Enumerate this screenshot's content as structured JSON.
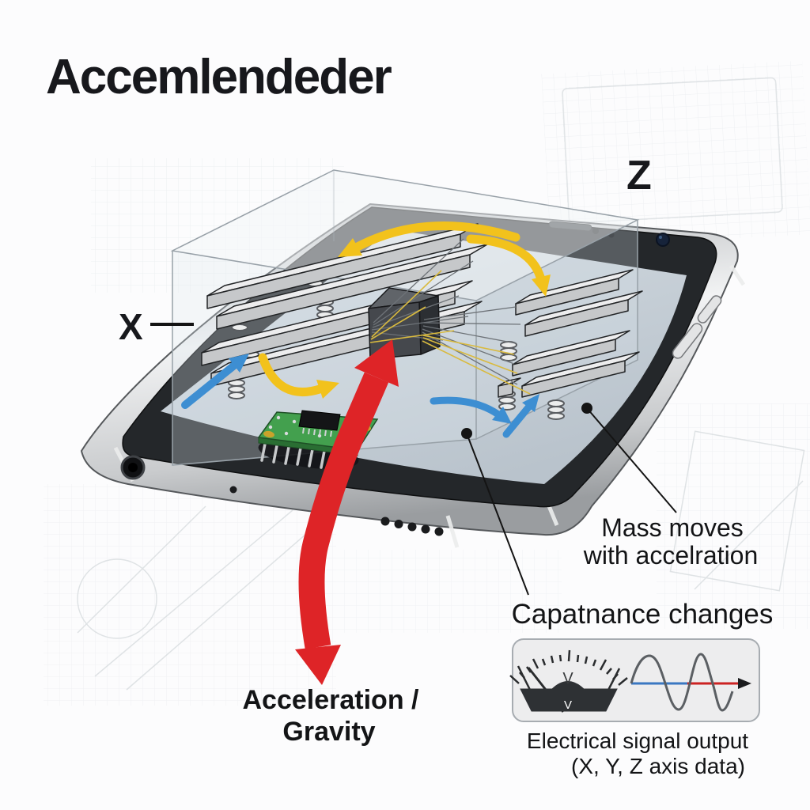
{
  "title": "Accemlendeder",
  "axis_labels": {
    "x": "X",
    "z": "Z"
  },
  "callouts": {
    "mass": {
      "line1": "Mass moves",
      "line2": "with accelration"
    },
    "capacitance": {
      "label": "Capatnance changes"
    },
    "acceleration": {
      "line1": "Acceleration /",
      "line2": "Gravity"
    },
    "signal": {
      "line1": "Electrical signal output",
      "line2": "(X, Y, Z axis data)"
    }
  },
  "meter": {
    "upper_label": "V",
    "lower_label": "V"
  },
  "colors": {
    "arrow_yellow": "#f2c21c",
    "arrow_blue": "#3d8ed2",
    "arrow_red": "#de2427",
    "screen": "#c6cfd7",
    "bezel": "#24272a",
    "frame_silver": "#d5d7d9",
    "pcb_green": "#3f9f4a",
    "proof_mass": "#45484d",
    "signal_trace_blue": "#3a78c2",
    "signal_trace_red": "#cc2222"
  }
}
